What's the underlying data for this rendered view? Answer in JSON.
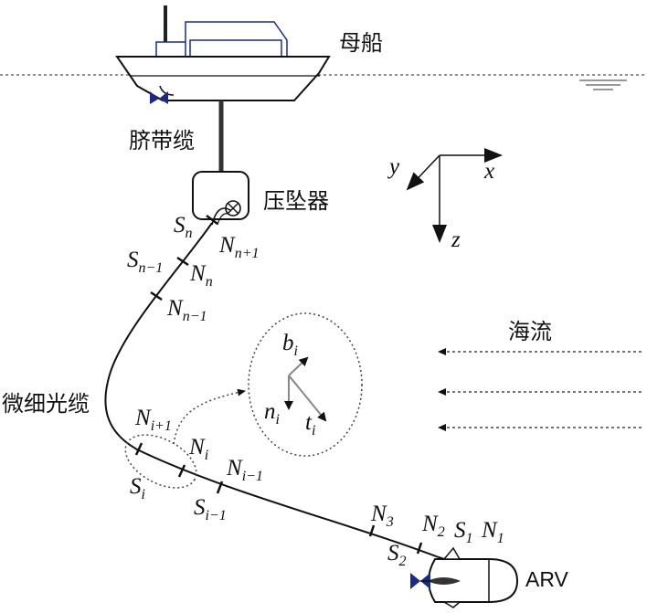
{
  "labels": {
    "mother_ship": "母船",
    "umbilical": "脐带缆",
    "clump_weight": "压坠器",
    "micro_cable": "微细光缆",
    "current": "海流",
    "vehicle": "ARV"
  },
  "axes": {
    "x": "x",
    "y": "y",
    "z": "z"
  },
  "frame": {
    "b": {
      "base": "b",
      "sub": "i"
    },
    "n": {
      "base": "n",
      "sub": "i"
    },
    "t": {
      "base": "t",
      "sub": "i"
    }
  },
  "segments": {
    "s_n": {
      "base": "S",
      "sub": "n"
    },
    "s_nm1": {
      "base": "S",
      "sub": "n−1"
    },
    "s_i": {
      "base": "S",
      "sub": "i"
    },
    "s_im1": {
      "base": "S",
      "sub": "i−1"
    },
    "s_2": {
      "base": "S",
      "sub": "2"
    },
    "s_1": {
      "base": "S",
      "sub": "1"
    }
  },
  "nodes": {
    "n_np1": {
      "base": "N",
      "sub": "n+1"
    },
    "n_n": {
      "base": "N",
      "sub": "n"
    },
    "n_nm1": {
      "base": "N",
      "sub": "n−1"
    },
    "n_ip1": {
      "base": "N",
      "sub": "i+1"
    },
    "n_i": {
      "base": "N",
      "sub": "i"
    },
    "n_im1": {
      "base": "N",
      "sub": "i−1"
    },
    "n_3": {
      "base": "N",
      "sub": "3"
    },
    "n_2": {
      "base": "N",
      "sub": "2"
    },
    "n_1": {
      "base": "N",
      "sub": "1"
    }
  }
}
